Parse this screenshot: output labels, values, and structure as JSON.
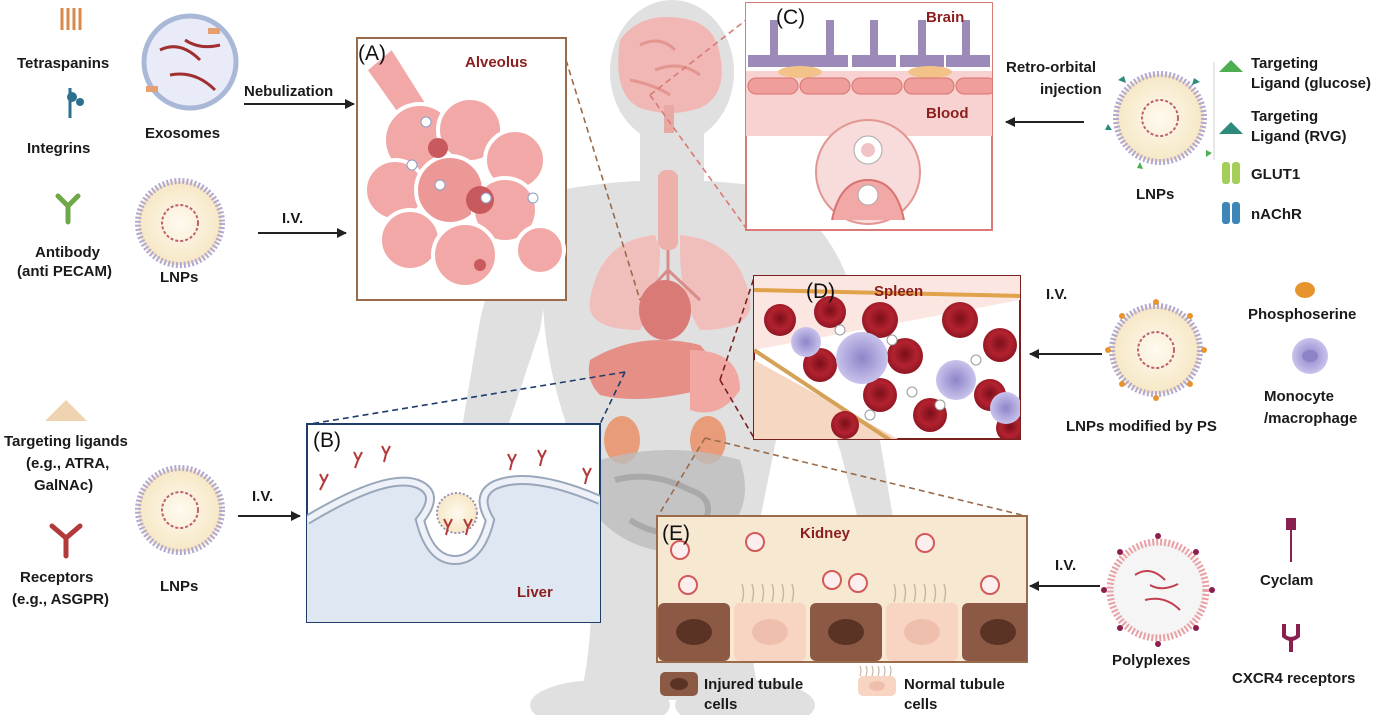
{
  "panels": {
    "A": {
      "letter": "(A)",
      "title": "Alveolus"
    },
    "B": {
      "letter": "(B)",
      "title": "Liver"
    },
    "C": {
      "letter": "(C)",
      "title_top": "Brain",
      "title_bottom": "Blood"
    },
    "D": {
      "letter": "(D)",
      "title": "Spleen"
    },
    "E": {
      "letter": "(E)",
      "title": "Kidney"
    }
  },
  "lung": {
    "tetraspanins": "Tetraspanins",
    "integrins": "Integrins",
    "exosomes": "Exosomes",
    "nebulization": "Nebulization",
    "antibody_l1": "Antibody",
    "antibody_l2": "(anti PECAM)",
    "lnps": "LNPs",
    "iv": "I.V."
  },
  "liver": {
    "targeting_l1": "Targeting ligands",
    "targeting_l2": "(e.g., ATRA,",
    "targeting_l3": "GalNAc)",
    "receptors_l1": "Receptors",
    "receptors_l2": "(e.g., ASGPR)",
    "lnps": "LNPs",
    "iv": "I.V."
  },
  "brain": {
    "route_l1": "Retro-orbital",
    "route_l2": "injection",
    "lnps": "LNPs",
    "legend": [
      {
        "l1": "Targeting",
        "l2": "Ligand (glucose)",
        "color": "#4caf50"
      },
      {
        "l1": "Targeting",
        "l2": "Ligand (RVG)",
        "color": "#2e8b7a"
      },
      {
        "l1": "GLUT1",
        "l2": "",
        "color": "#a5cf5a"
      },
      {
        "l1": "nAChR",
        "l2": "",
        "color": "#3f86b8"
      }
    ]
  },
  "spleen": {
    "iv": "I.V.",
    "lnps_ps": "LNPs modified by PS",
    "phosphoserine": "Phosphoserine",
    "monocyte_l1": "Monocyte",
    "monocyte_l2": "/macrophage"
  },
  "kidney": {
    "iv": "I.V.",
    "polyplexes": "Polyplexes",
    "cyclam": "Cyclam",
    "cxcr4": "CXCR4 receptors",
    "injured_l1": "Injured tubule",
    "injured_l2": "cells",
    "normal_l1": "Normal tubule",
    "normal_l2": "cells"
  },
  "colors": {
    "panel_title": "#8b1f1f",
    "lnp_core": "#fff6df",
    "lnp_shell": "#c7c0d8",
    "blood_red": "#a81d2a",
    "tissue_pink": "#f1a8a6",
    "silhouette": "#cfcfcf"
  }
}
